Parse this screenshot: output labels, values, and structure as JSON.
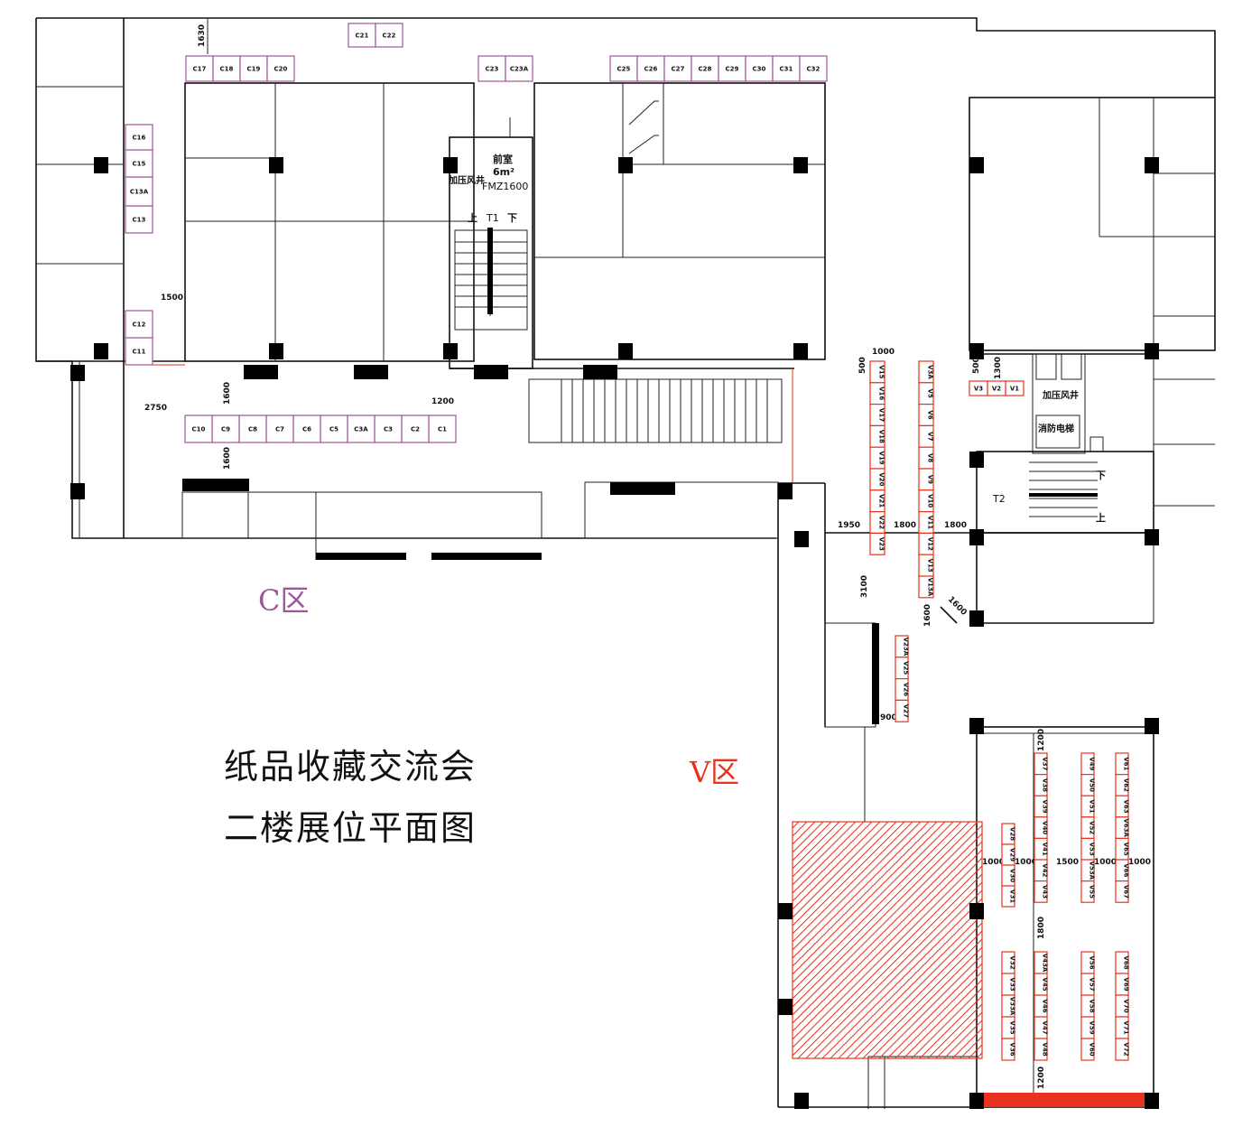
{
  "title": {
    "line1": "纸品收藏交流会",
    "line2": "二楼展位平面图"
  },
  "zones": {
    "c_label": "C区",
    "v_label": "V区",
    "c_color": "#a0569a",
    "v_color": "#e8321e"
  },
  "rooms": {
    "anteroom": "前室",
    "anteroom_area": "6m²",
    "pressure_shaft": "加压风井",
    "fire_door": "FMZ1600",
    "stair_t1": "T1",
    "stair_t2": "T2",
    "up": "上",
    "down": "下",
    "fire_elevator": "消防电梯"
  },
  "booths_c": [
    "C1",
    "C2",
    "C3",
    "C3A",
    "C5",
    "C6",
    "C7",
    "C8",
    "C9",
    "C10",
    "C11",
    "C12",
    "C13",
    "C13A",
    "C15",
    "C16",
    "C17",
    "C18",
    "C19",
    "C20",
    "C21",
    "C22",
    "C23",
    "C23A",
    "C25",
    "C26",
    "C27",
    "C28",
    "C29",
    "C30",
    "C31",
    "C32"
  ],
  "booths_v": [
    "V1",
    "V2",
    "V3",
    "V3A",
    "V5",
    "V6",
    "V7",
    "V8",
    "V9",
    "V10",
    "V11",
    "V12",
    "V13",
    "V13A",
    "V15",
    "V16",
    "V17",
    "V18",
    "V19",
    "V20",
    "V21",
    "V22",
    "V23",
    "V23A",
    "V25",
    "V26",
    "V27",
    "V28",
    "V29",
    "V30",
    "V31",
    "V32",
    "V33",
    "V33A",
    "V35",
    "V36",
    "V37",
    "V38",
    "V39",
    "V40",
    "V41",
    "V42",
    "V43",
    "V43A",
    "V45",
    "V46",
    "V47",
    "V48",
    "V49",
    "V50",
    "V51",
    "V52",
    "V53",
    "V53A",
    "V55",
    "V56",
    "V57",
    "V58",
    "V59",
    "V60",
    "V61",
    "V62",
    "V63",
    "V63A",
    "V65",
    "V66",
    "V67",
    "V68",
    "V69",
    "V70",
    "V71",
    "V72"
  ],
  "dimensions": [
    "1630",
    "1500",
    "2750",
    "1600",
    "1600",
    "1200",
    "1000",
    "500",
    "1300",
    "500",
    "1950",
    "1800",
    "1800",
    "3100",
    "1600",
    "1600",
    "900",
    "1200",
    "1000",
    "1000",
    "1500",
    "1000",
    "1000",
    "1800",
    "1200"
  ]
}
